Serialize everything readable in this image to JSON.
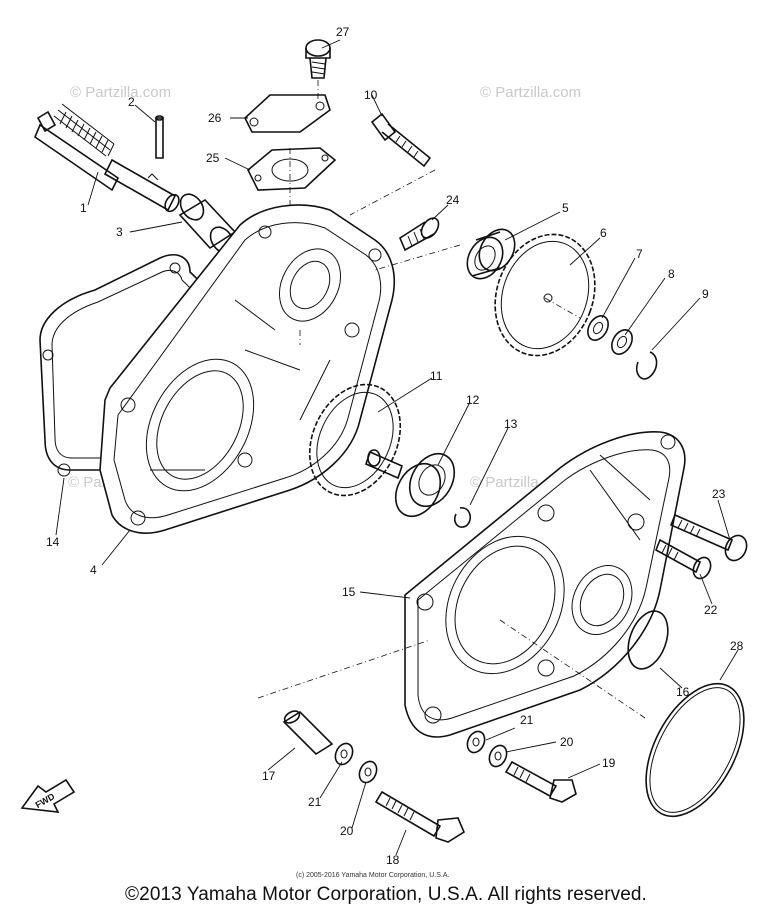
{
  "watermarks": [
    "© Partzilla.com",
    "© Partzilla.com",
    "© Partzilla.com",
    "© Partzilla.com"
  ],
  "callouts": {
    "p1": "1",
    "p2": "2",
    "p3": "3",
    "p4": "4",
    "p5": "5",
    "p6": "6",
    "p7": "7",
    "p8": "8",
    "p9": "9",
    "p10": "10",
    "p11": "11",
    "p12": "12",
    "p13": "13",
    "p14": "14",
    "p15": "15",
    "p16": "16",
    "p17": "17",
    "p18": "18",
    "p19": "19",
    "p20a": "20",
    "p20b": "20",
    "p21a": "21",
    "p21b": "21",
    "p22": "22",
    "p23": "23",
    "p24": "24",
    "p25": "25",
    "p26": "26",
    "p27": "27",
    "p28": "28"
  },
  "fwd_label": "FWD",
  "small_copyright": "(c) 2005-2016 Yamaha Motor Corporation, U.S.A.",
  "copyright": "©2013 Yamaha Motor Corporation, U.S.A. All rights reserved."
}
